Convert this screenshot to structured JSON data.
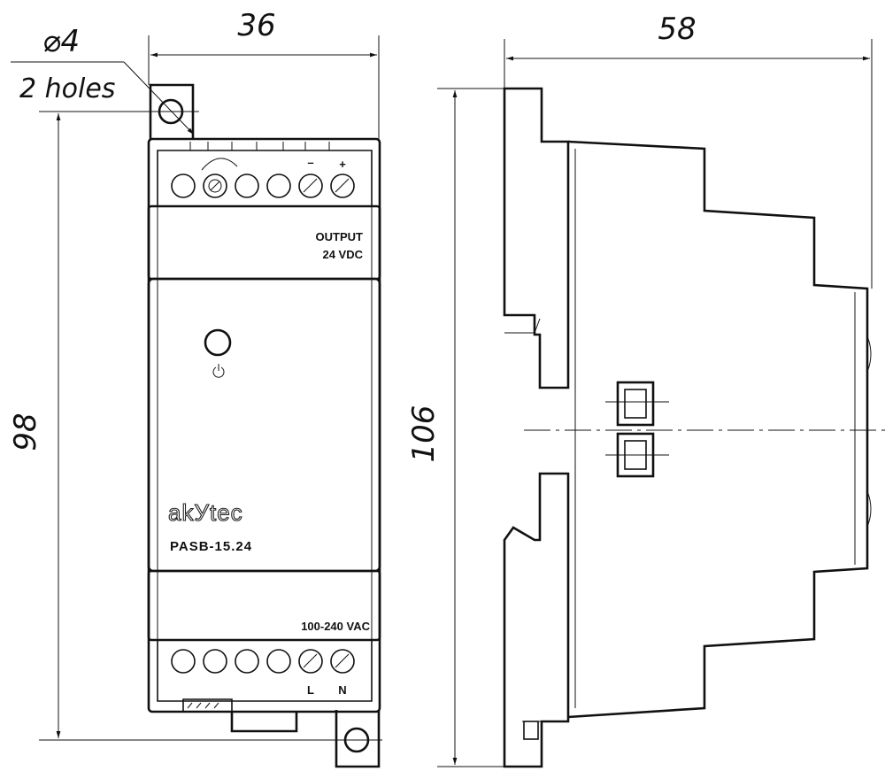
{
  "dimensions": {
    "width_front": "36",
    "depth_side": "58",
    "height_front": "98",
    "height_side": "106",
    "hole_diameter": "⌀4",
    "hole_note": "2 holes"
  },
  "labels": {
    "output_title": "OUTPUT",
    "output_voltage": "24 VDC",
    "input_voltage": "100-240 VAC",
    "terminal_minus": "–",
    "terminal_plus": "+",
    "terminal_l": "L",
    "terminal_n": "N",
    "brand": "akУtec",
    "model": "PASB-15.24"
  },
  "icons": {
    "power_indicator": "power-icon",
    "adjust_potentiometer": "potentiometer-icon"
  },
  "colors": {
    "line": "#111111",
    "background": "#ffffff"
  }
}
